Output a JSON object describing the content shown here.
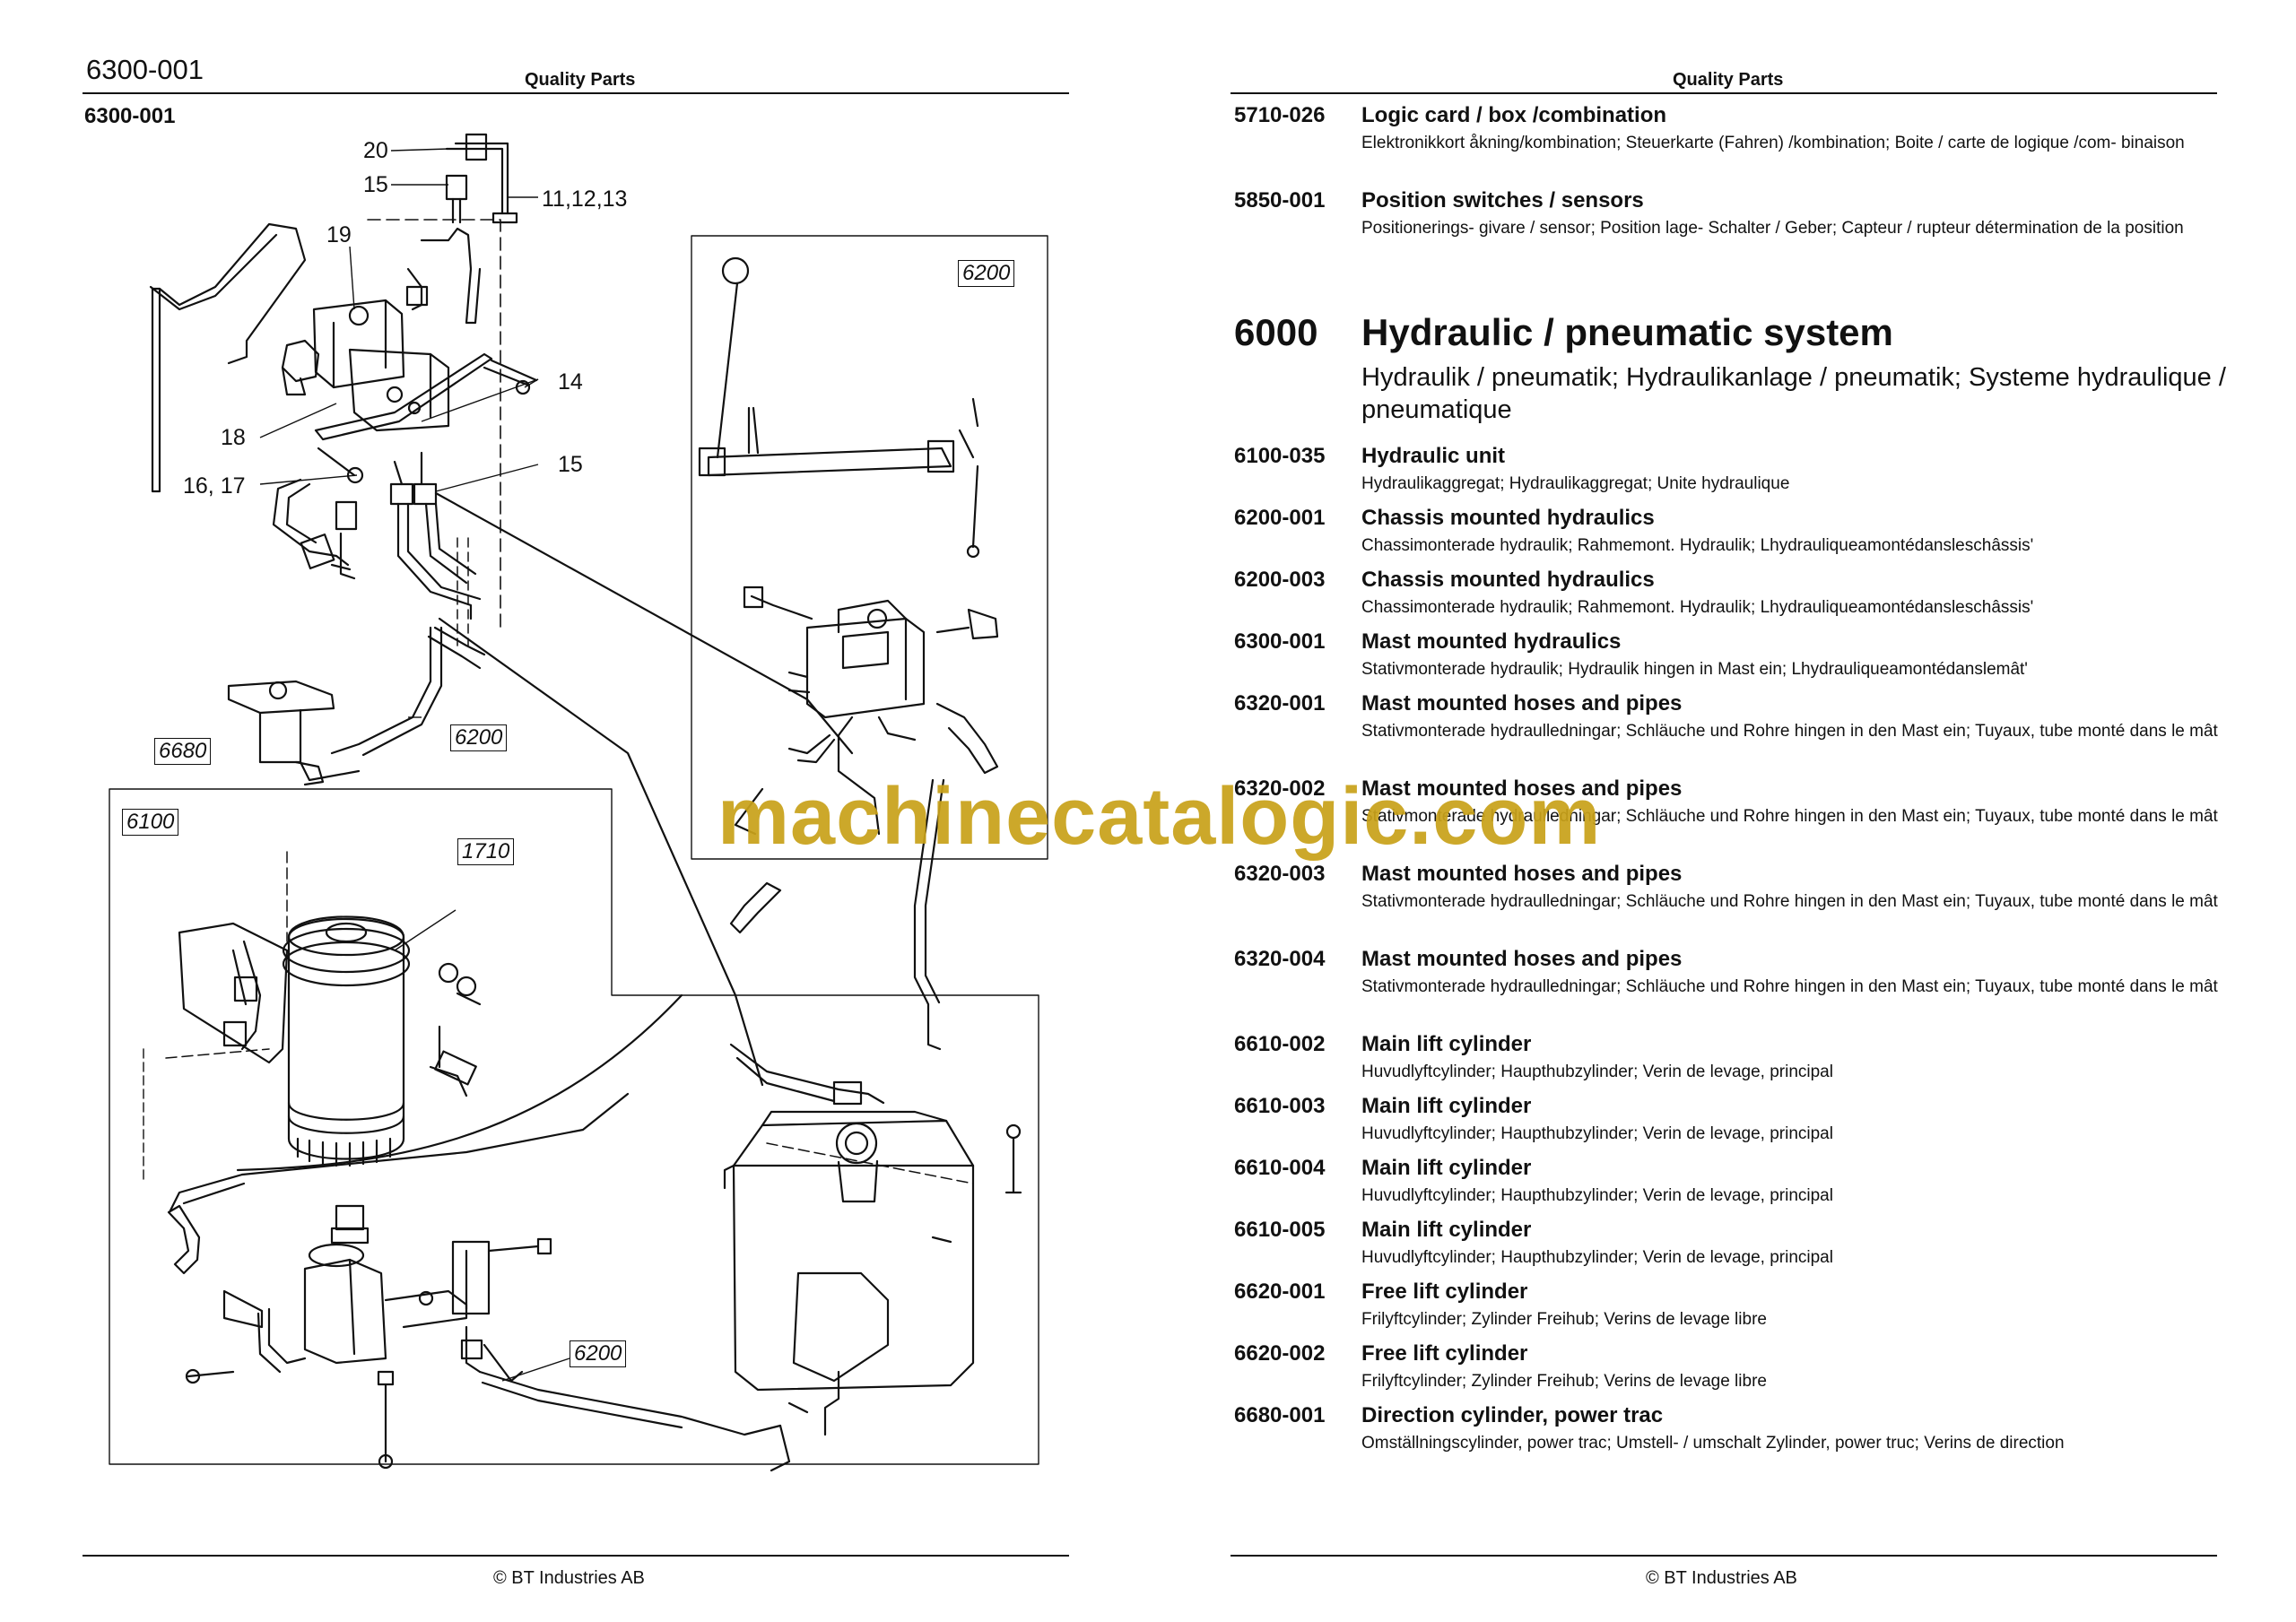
{
  "left_page": {
    "page_code": "6300-001",
    "running_head": "Quality Parts",
    "figure_label": "6300-001",
    "callouts": [
      "20",
      "15",
      "11,12,13",
      "19",
      "14",
      "18",
      "15",
      "16, 17",
      "6680",
      "6200",
      "6100",
      "1710",
      "6200",
      "6200"
    ],
    "footer": "© BT Industries AB"
  },
  "right_page": {
    "running_head": "Quality Parts",
    "entries_top": [
      {
        "code": "5710-026",
        "title": "Logic card / box /combination",
        "sub": "Elektronikkort åkning/kombination; Steuerkarte (Fahren) /kombination; Boite / carte de logique /com- binaison"
      },
      {
        "code": "5850-001",
        "title": "Position switches / sensors",
        "sub": "Positionerings- givare / sensor; Position lage- Schalter / Geber; Capteur / rupteur détermination de la position"
      }
    ],
    "section": {
      "code": "6000",
      "title": "Hydraulic / pneumatic system",
      "sub": "Hydraulik / pneumatik; Hydraulikanlage / pneumatik; Systeme hydraulique / pneumatique"
    },
    "entries": [
      {
        "code": "6100-035",
        "title": "Hydraulic unit",
        "sub": "Hydraulikaggregat; Hydraulikaggregat; Unite hydraulique"
      },
      {
        "code": "6200-001",
        "title": "Chassis mounted hydraulics",
        "sub": "Chassimonterade hydraulik; Rahmemont. Hydraulik; Lhydrauliqueamontédansleschâssis'"
      },
      {
        "code": "6200-003",
        "title": "Chassis mounted hydraulics",
        "sub": "Chassimonterade hydraulik; Rahmemont. Hydraulik; Lhydrauliqueamontédansleschâssis'"
      },
      {
        "code": "6300-001",
        "title": "Mast mounted hydraulics",
        "sub": "Stativmonterade hydraulik; Hydraulik hingen in Mast ein; Lhydrauliqueamontédanslemât'"
      },
      {
        "code": "6320-001",
        "title": "Mast mounted hoses and pipes",
        "sub": "Stativmonterade hydraulledningar; Schläuche und Rohre hingen in den Mast ein; Tuyaux, tube monté dans le mât"
      },
      {
        "code": "6320-002",
        "title": "Mast mounted hoses and pipes",
        "sub": "Stativmonterade hydraulledningar; Schläuche und Rohre hingen in den Mast ein; Tuyaux, tube monté dans le mât"
      },
      {
        "code": "6320-003",
        "title": "Mast mounted hoses and pipes",
        "sub": "Stativmonterade hydraulledningar; Schläuche und Rohre hingen in den Mast ein; Tuyaux, tube monté dans le mât"
      },
      {
        "code": "6320-004",
        "title": "Mast mounted hoses and pipes",
        "sub": "Stativmonterade hydraulledningar; Schläuche und Rohre hingen in den Mast ein; Tuyaux, tube monté dans le mât"
      },
      {
        "code": "6610-002",
        "title": "Main lift cylinder",
        "sub": "Huvudlyftcylinder; Haupthubzylinder; Verin de levage, principal"
      },
      {
        "code": "6610-003",
        "title": "Main lift cylinder",
        "sub": "Huvudlyftcylinder; Haupthubzylinder; Verin de levage, principal"
      },
      {
        "code": "6610-004",
        "title": "Main lift cylinder",
        "sub": "Huvudlyftcylinder; Haupthubzylinder; Verin de levage, principal"
      },
      {
        "code": "6610-005",
        "title": "Main lift cylinder",
        "sub": "Huvudlyftcylinder; Haupthubzylinder; Verin de levage, principal"
      },
      {
        "code": "6620-001",
        "title": "Free lift cylinder",
        "sub": "Frilyftcylinder; Zylinder Freihub; Verins de levage libre"
      },
      {
        "code": "6620-002",
        "title": "Free lift cylinder",
        "sub": "Frilyftcylinder; Zylinder Freihub; Verins de levage libre"
      },
      {
        "code": "6680-001",
        "title": "Direction cylinder, power trac",
        "sub": "Omställningscylinder, power trac; Umstell- / umschalt Zylinder, power truc; Verins de direction"
      }
    ],
    "footer": "© BT Industries AB"
  },
  "watermark": "machinecatalogic.com"
}
